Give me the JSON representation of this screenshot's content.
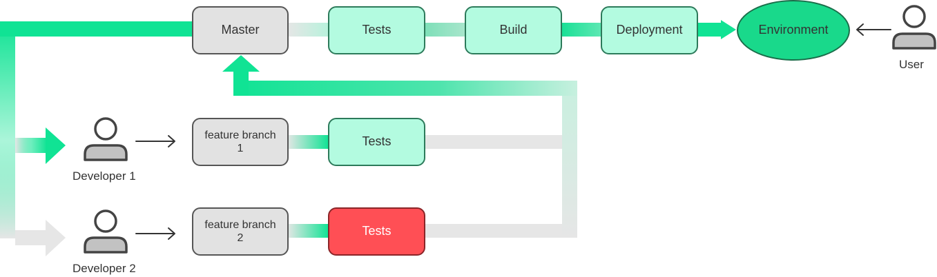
{
  "nodes": {
    "master": "Master",
    "tests_main": "Tests",
    "build": "Build",
    "deployment": "Deployment",
    "environment": "Environment",
    "feature_branch_1": "feature branch\n1",
    "tests_1": "Tests",
    "feature_branch_2": "feature branch\n2",
    "tests_2": "Tests"
  },
  "people": {
    "developer_1": "Developer 1",
    "developer_2": "Developer 2",
    "user": "User"
  },
  "colors": {
    "green_flow": "#10e394",
    "gray_flow": "#e6e6e6",
    "test_pass": "#b3fbe0",
    "test_fail": "#ff4f55",
    "environment": "#19d98b",
    "branch_box": "#e2e2e2",
    "user_icon": "#c2c2c2",
    "outline": "#444444"
  }
}
